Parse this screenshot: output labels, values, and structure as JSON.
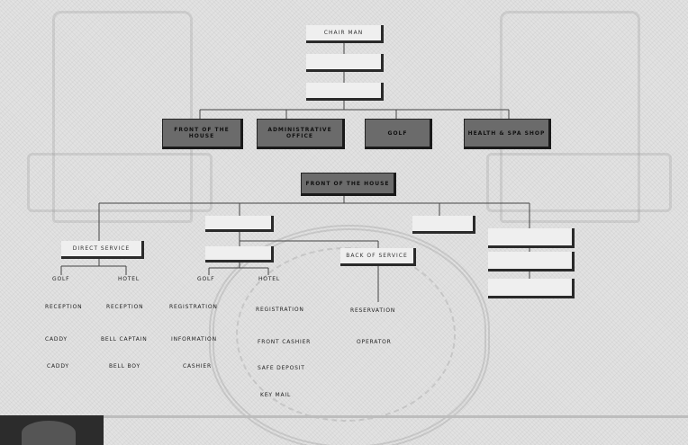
{
  "top_chain": [
    "CHAIR   MAN",
    "",
    ""
  ],
  "departments": [
    "FRONT OF THE HOUSE",
    "ADMINISTRATIVE OFFICE",
    "GOLF",
    "HEALTH & SPA SHOP"
  ],
  "focus": "FRONT OF THE HOUSE",
  "tier3": {
    "direct": "DIRECT SERVICE",
    "back": "BACK OF SERVICE",
    "right": "",
    "right_items": [
      "",
      "",
      ""
    ]
  },
  "columns": {
    "golf_direct": [
      "GOLF",
      "RECEPTION",
      "CADDY",
      "CADDY"
    ],
    "hotel_direct": [
      "HOTEL",
      "RECEPTION",
      "BELL CAPTAIN",
      "BELL BOY"
    ],
    "golf_back": [
      "GOLF",
      "REGISTRATION",
      "INFORMATION",
      "CASHIER"
    ],
    "hotel_back": [
      "HOTEL",
      "REGISTRATION",
      "FRONT   CASHIER",
      "SAFE   DEPOSIT",
      "KEY   MAIL"
    ],
    "reservation": [
      "RESERVATION",
      "OPERATOR"
    ]
  }
}
